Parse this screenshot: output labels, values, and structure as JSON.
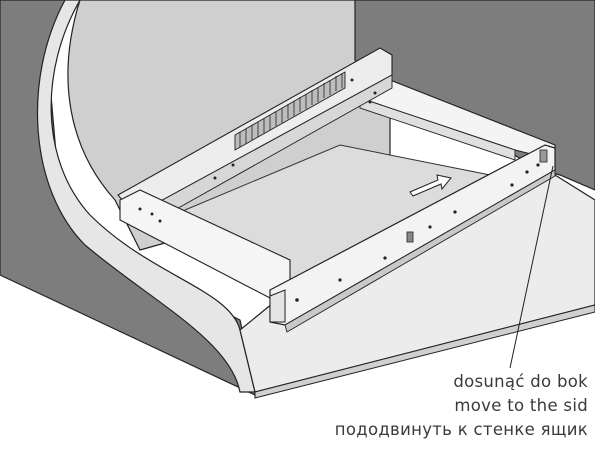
{
  "caption": {
    "lines": [
      "dosunąć do bok",
      "move to the sid",
      "пододвинуть к стенке ящик"
    ]
  },
  "colors": {
    "wall_dark": "#7a7a7a",
    "inner_panel": "#cfcfcf",
    "floor": "#ebebeb",
    "frame": "#f2f2f2",
    "outline": "#222222"
  }
}
